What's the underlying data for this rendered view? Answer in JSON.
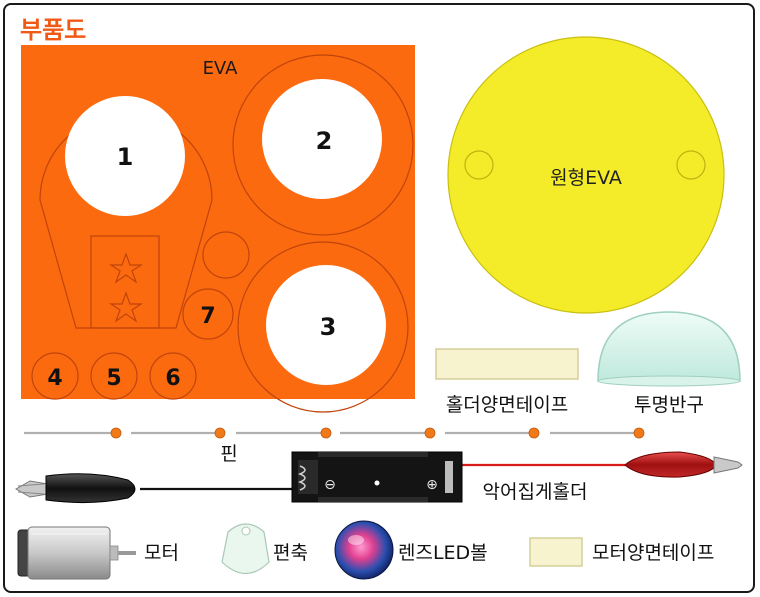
{
  "title": "부품도",
  "eva_sheet": {
    "label": "EVA",
    "numbers": [
      "1",
      "2",
      "3",
      "4",
      "5",
      "6",
      "7"
    ]
  },
  "parts": {
    "round_eva": "원형EVA",
    "holder_tape": "홀더양면테이프",
    "dome": "투명반구",
    "pin": "핀",
    "battery_holder": "악어집게홀더",
    "motor": "모터",
    "cam": "편축",
    "led": "렌즈LED볼",
    "motor_tape": "모터양면테이프"
  },
  "battery_symbols": {
    "minus": "⊖",
    "plus": "⊕"
  },
  "colors": {
    "orange": "#fc6a10",
    "yellow": "#f4ec28",
    "wire_black": "#111111",
    "wire_red": "#d81c1c",
    "pin_head": "#f07a1a",
    "tape": "#f7f3cf"
  }
}
